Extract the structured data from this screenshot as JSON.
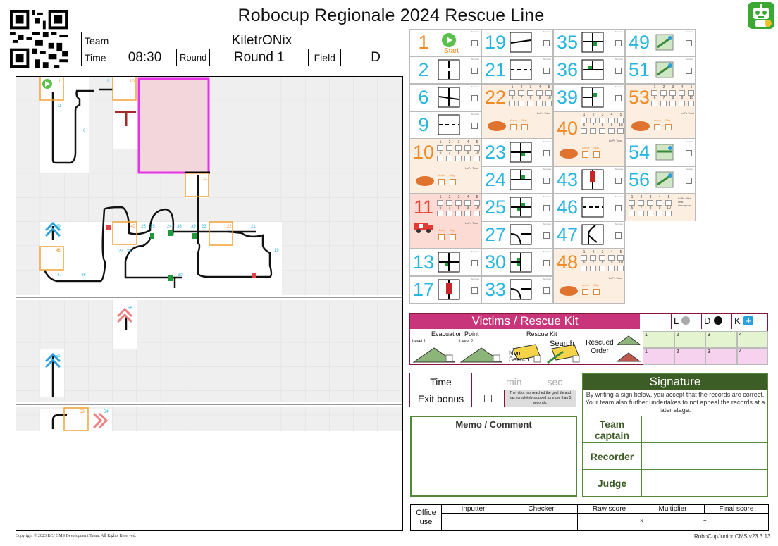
{
  "title": "Robocup Regionale 2024  Rescue Line",
  "header": {
    "team_label": "Team",
    "team_value": "KiletrONix",
    "time_label": "Time",
    "time_value": "08:30",
    "round_label": "Round",
    "round_value": "Round 1",
    "field_label": "Field",
    "field_value": "D"
  },
  "map_labels": {
    "start": "1",
    "t2": "2",
    "t6": "6",
    "t9": "9",
    "t10": "10",
    "t11": "11",
    "t19": "19",
    "t21": "21",
    "t22": "22",
    "t23": "23",
    "t24": "24",
    "t25": "25",
    "t27_33": "27 , 33",
    "t30": "30",
    "t35": "35",
    "t36": "36",
    "t39": "39",
    "t40": "40",
    "t46": "46",
    "t47": "47",
    "t48": "48",
    "t49": "49",
    "t51": "51",
    "t53": "53",
    "t54": "54",
    "t56": "56",
    "t13": "13"
  },
  "tiles": [
    {
      "num": "1",
      "color": "orange",
      "icon": "start-icon",
      "start_label": "Start"
    },
    {
      "num": "19",
      "color": "blue"
    },
    {
      "num": "35",
      "color": "blue"
    },
    {
      "num": "49",
      "color": "blue"
    },
    {
      "num": "2",
      "color": "blue"
    },
    {
      "num": "21",
      "color": "blue"
    },
    {
      "num": "36",
      "color": "blue"
    },
    {
      "num": "51",
      "color": "blue"
    },
    {
      "num": "6",
      "color": "blue"
    },
    {
      "num": "22",
      "color": "orange"
    },
    {
      "num": "39",
      "color": "blue"
    },
    {
      "num": "53",
      "color": "orange"
    },
    {
      "num": "9",
      "color": "blue"
    },
    {
      "num": "40",
      "color": "orange"
    },
    {
      "num": "10",
      "color": "orange"
    },
    {
      "num": "23",
      "color": "blue"
    },
    {
      "num": "54",
      "color": "blue"
    },
    {
      "num": "24",
      "color": "blue"
    },
    {
      "num": "43",
      "color": "blue"
    },
    {
      "num": "56",
      "color": "blue"
    },
    {
      "num": "11",
      "color": "red"
    },
    {
      "num": "25",
      "color": "blue"
    },
    {
      "num": "46",
      "color": "blue"
    },
    {
      "num": "27",
      "color": "blue"
    },
    {
      "num": "47",
      "color": "blue"
    },
    {
      "num": "13",
      "color": "blue"
    },
    {
      "num": "30",
      "color": "blue"
    },
    {
      "num": "48",
      "color": "orange"
    },
    {
      "num": "17",
      "color": "blue"
    },
    {
      "num": "33",
      "color": "blue"
    }
  ],
  "tile_text": {
    "success": "Success",
    "arrive": "Arrive",
    "skip": "Skip",
    "lops_total": "LoPs Total",
    "lops_after": "LoPs after final checkpoint",
    "grid_top": [
      "1",
      "2",
      "3",
      "4",
      "5"
    ],
    "grid_bottom": [
      "6",
      "7",
      "8",
      "9",
      "10"
    ]
  },
  "victims": {
    "title": "Victims / Rescue Kit",
    "L": "L",
    "D": "D",
    "K": "K",
    "evac_label": "Evacuation Point",
    "level1": "Level 1",
    "level2": "Level 2",
    "kit_label": "Rescue Kit",
    "non_search": "Non Search",
    "search": "Search",
    "rescued_order": "Rescued Order",
    "slots": [
      "1",
      "2",
      "3",
      "4"
    ]
  },
  "timing": {
    "time_label": "Time",
    "min": "min",
    "sec": "sec",
    "exit_label": "Exit bonus",
    "exit_note": "The robot has reached the goal tile and has completely stopped for more than 5 seconds."
  },
  "memo_title": "Memo / Comment",
  "signature": {
    "title": "Signature",
    "text": "By writing a sign below, you accept that the records are correct. Your team also further undertakes to not appeal the records at a later stage.",
    "captain": "Team captain",
    "recorder": "Recorder",
    "judge": "Judge"
  },
  "office": {
    "label": "Office use",
    "inputter": "Inputter",
    "checker": "Checker",
    "raw": "Raw score",
    "multiplier": "Multiplier",
    "final": "Final score",
    "times": "×",
    "equals": "="
  },
  "footer": {
    "copyright": "Copyright © 2023 RCJ CMS Development Team. All Rights Reserved.",
    "version": "RoboCupJunior CMS v23.3.13"
  },
  "colors": {
    "blue": "#28b6e0",
    "orange": "#f08a24",
    "red": "#e34a3b",
    "evac_pink": "#f3d6dc",
    "evac_border": "#e633e6",
    "victim_bar": "#c9357a",
    "signature_green": "#3d5d26"
  }
}
